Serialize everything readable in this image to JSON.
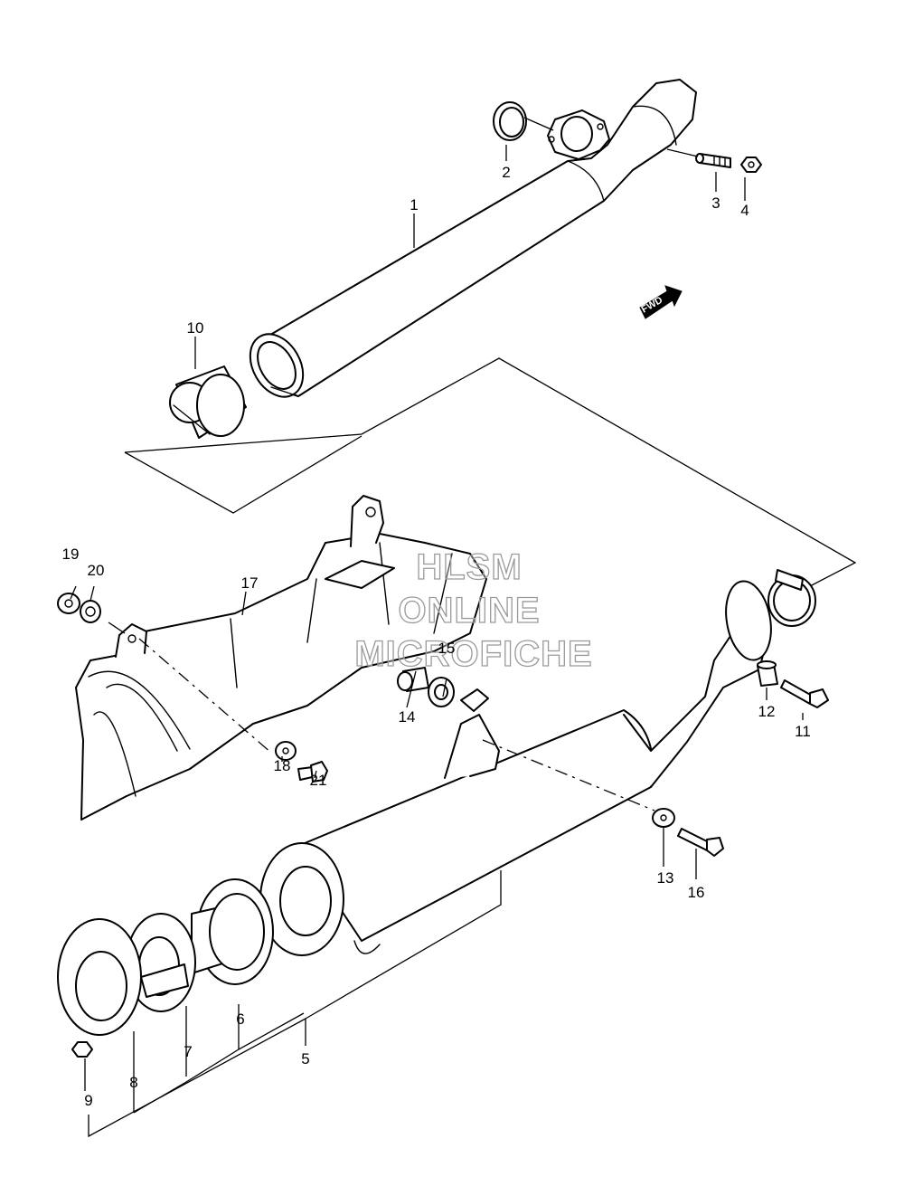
{
  "callouts": {
    "c1": "1",
    "c2": "2",
    "c3": "3",
    "c4": "4",
    "c5": "5",
    "c6": "6",
    "c7": "7",
    "c8": "8",
    "c9": "9",
    "c10": "10",
    "c11": "11",
    "c12": "12",
    "c13": "13",
    "c14": "14",
    "c15": "15",
    "c16": "16",
    "c17": "17",
    "c18": "18",
    "c19": "19",
    "c20": "20",
    "c21": "21"
  },
  "direction_marker": "FWD",
  "watermark": {
    "line1": "HLSM",
    "line2": "ONLINE",
    "line3": "MICROFICHE"
  }
}
